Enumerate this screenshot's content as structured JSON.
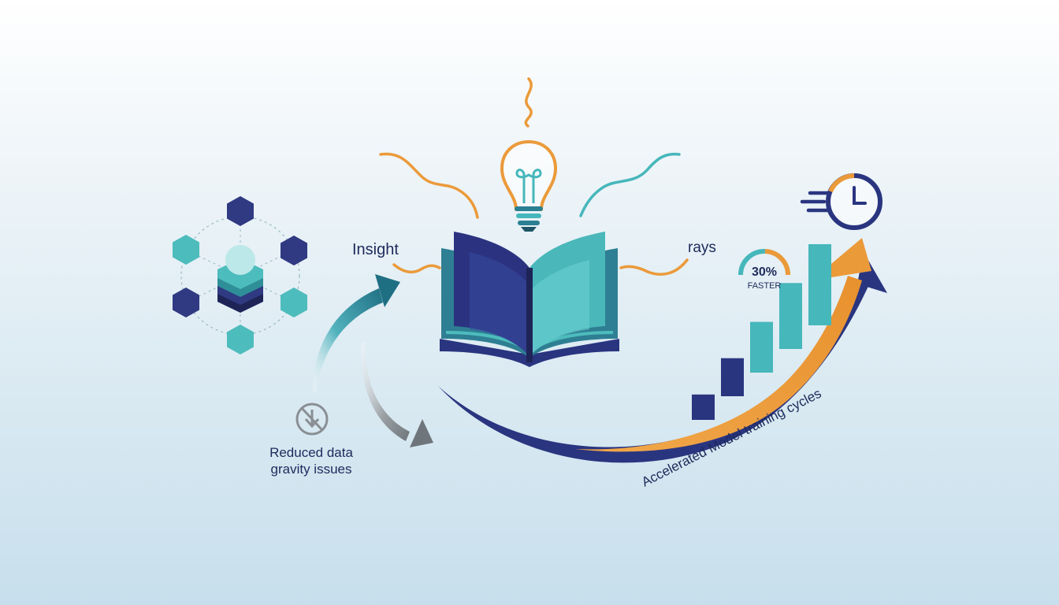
{
  "labels": {
    "insight": "Insight",
    "rays": "rays",
    "reduced_line1": "Reduced data",
    "reduced_line2": "gravity issues",
    "percent": "30%",
    "faster": "FASTER",
    "accelerated": "Accelerated Model training cycles"
  },
  "gauge": {
    "fraction": 0.3
  },
  "growth_bars": {
    "levels": [
      1,
      1.5,
      2,
      2.6,
      3.2
    ]
  },
  "colors": {
    "navy": "#2a3580",
    "teal": "#46b7bb",
    "orange": "#eb9a3a",
    "gray": "#8f9498",
    "text": "#1d2a5b"
  },
  "icons": [
    "hexagon-network-icon",
    "database-stack-icon",
    "lightbulb-icon",
    "open-book-icon",
    "stopwatch-icon",
    "no-download-icon",
    "gauge-icon",
    "bar-chart-icon"
  ]
}
